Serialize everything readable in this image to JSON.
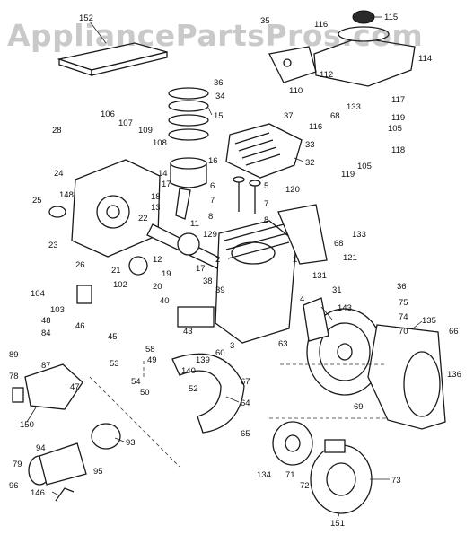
{
  "watermark": "AppliancePartsPros.com",
  "colors": {
    "ink": "#1a1a1a",
    "paper": "#ffffff",
    "watermark": "#9a9a9a"
  },
  "part_labels": [
    "152",
    "35",
    "116",
    "115",
    "114",
    "36",
    "34",
    "110",
    "37",
    "112",
    "68",
    "133",
    "117",
    "119",
    "105",
    "118",
    "116",
    "105",
    "119",
    "106",
    "107",
    "109",
    "108",
    "15",
    "14",
    "16",
    "33",
    "32",
    "28",
    "24",
    "148",
    "25",
    "23",
    "26",
    "17",
    "18",
    "13",
    "22",
    "6",
    "5",
    "7",
    "8",
    "7",
    "8",
    "120",
    "133",
    "68",
    "121",
    "11",
    "129",
    "1",
    "131",
    "21",
    "12",
    "19",
    "17",
    "104",
    "103",
    "102",
    "20",
    "40",
    "39",
    "38",
    "2",
    "4",
    "31",
    "143",
    "36",
    "75",
    "74",
    "135",
    "66",
    "136",
    "70",
    "48",
    "46",
    "84",
    "45",
    "89",
    "87",
    "78",
    "150",
    "47",
    "58",
    "49",
    "53",
    "54",
    "50",
    "43",
    "139",
    "140",
    "60",
    "3",
    "63",
    "52",
    "67",
    "64",
    "69",
    "65",
    "93",
    "94",
    "95",
    "79",
    "96",
    "146",
    "134",
    "71",
    "72",
    "73",
    "151"
  ]
}
